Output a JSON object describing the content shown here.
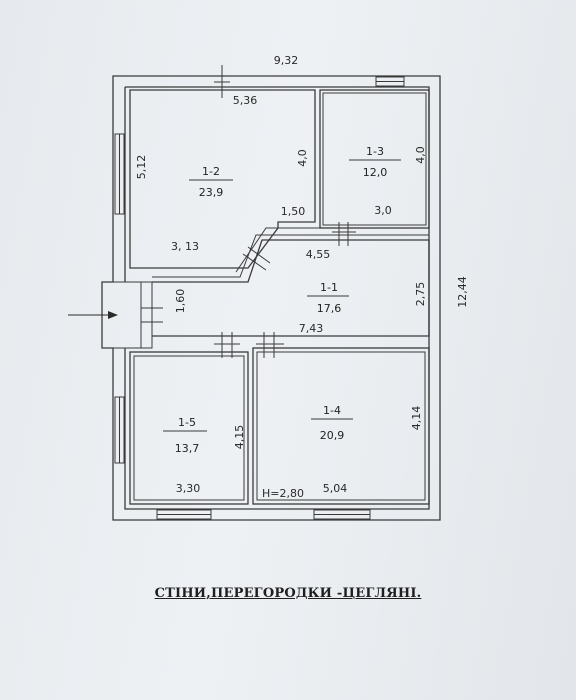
{
  "dimensions": {
    "top_total": "9,32",
    "right_total": "12,44",
    "r12_top": "5,36",
    "r12_left": "5,12",
    "r12_right": "4,0",
    "r12_bottom": "3, 13",
    "r12_step": "1,50",
    "r13_right": "4,0",
    "r13_bottom": "3,0",
    "r11_top": "4,55",
    "r11_right": "2,75",
    "r11_left": "1,60",
    "r11_bottom": "7,43",
    "r15_right": "4,15",
    "r15_bottom": "3,30",
    "r14_right": "4,14",
    "r14_bottom": "5,04",
    "height": "H=2,80"
  },
  "rooms": [
    {
      "code": "1-2",
      "area": "23,9"
    },
    {
      "code": "1-3",
      "area": "12,0"
    },
    {
      "code": "1-1",
      "area": "17,6"
    },
    {
      "code": "1-5",
      "area": "13,7"
    },
    {
      "code": "1-4",
      "area": "20,9"
    }
  ],
  "caption": "СТІНИ,ПЕРЕГОРОДКИ -ЦЕГЛЯНІ."
}
